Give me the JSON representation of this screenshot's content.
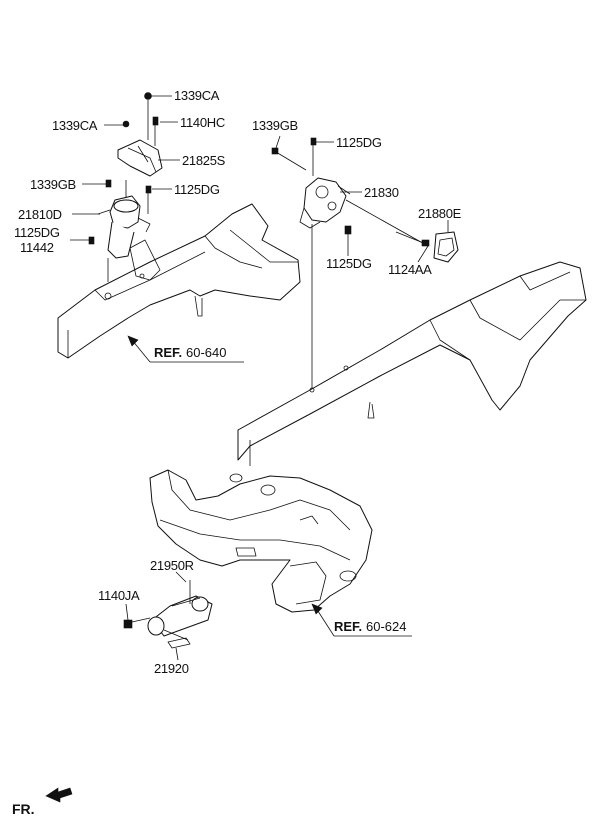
{
  "labels": {
    "p1339CA_top": "1339CA",
    "p1339CA_left": "1339CA",
    "p1140HC": "1140HC",
    "p21825S": "21825S",
    "p1339GB_left": "1339GB",
    "p1125DG_mid": "1125DG",
    "p21810D": "21810D",
    "p1125DG_left": "1125DG",
    "p11442": "11442",
    "p1339GB_right": "1339GB",
    "p1125DG_right_top": "1125DG",
    "p21830": "21830",
    "p21880E": "21880E",
    "p1125DG_right_bot": "1125DG",
    "p1124AA": "1124AA",
    "p21950R": "21950R",
    "p1140JA": "1140JA",
    "p21920": "21920"
  },
  "refs": {
    "ref1_prefix": "REF.",
    "ref1_num": "60-640",
    "ref2_prefix": "REF.",
    "ref2_num": "60-624"
  },
  "direction": {
    "label": "FR."
  }
}
